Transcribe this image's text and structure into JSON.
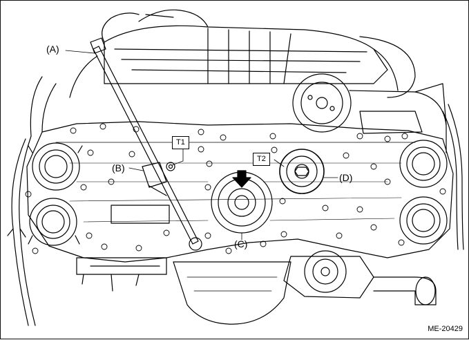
{
  "callouts": {
    "a": "(A)",
    "b": "(B)",
    "c": "(C)",
    "d": "(D)"
  },
  "tags": {
    "t1": "T1",
    "t2": "T2"
  },
  "figure_id": "ME-20429",
  "colors": {
    "line": "#000000",
    "background": "#ffffff"
  }
}
